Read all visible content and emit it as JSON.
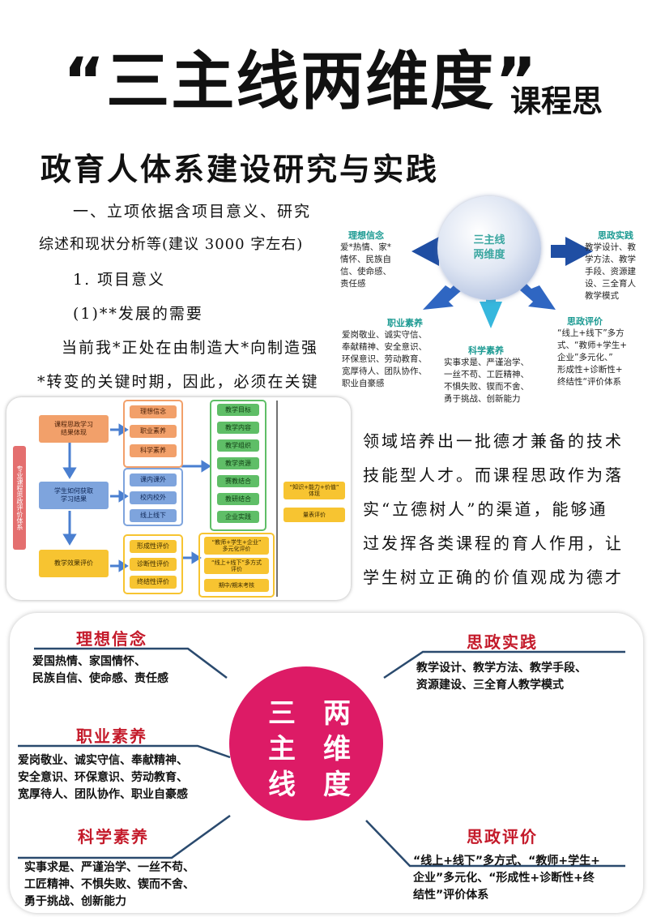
{
  "title": {
    "line1": "“三主线两维度”",
    "line1_suffix": "课程思",
    "line2": "政育人体系建设研究与实践"
  },
  "body": {
    "p1_a": "一、立项依据含项目意义、研究",
    "p1_b": "综述和现状分析等(建议 3000 字左右)",
    "p2": "1. 项目意义",
    "p3": "(1)**发展的需要",
    "p4_a": "当前我*正处在由制造大*向制造强",
    "p4_b": "*转变的关键时期，因此，必须在关键",
    "right_lines": [
      "领域培养出一批德才兼备的技术",
      "技能型人才。而课程思政作为落",
      "实“立德树人”的渠道，能够通",
      "过发挥各类课程的育人作用，让",
      "学生树立正确的价值观成为德才"
    ]
  },
  "top_diagram": {
    "center": "三主线\n两维度",
    "blocks": [
      {
        "head": "理想信念",
        "text": "爱*热情、家*\n情怀、民族自\n信、使命感、\n责任感"
      },
      {
        "head": "思政实践",
        "text": "教学设计、教\n学方法、教学\n手段、资源建\n设、三全育人\n教学模式"
      },
      {
        "head": "职业素养",
        "text": "爱岗敬业、诚实守信、\n奉献精神、安全意识、\n环保意识、劳动教育、\n宽厚待人、团队协作、\n职业自豪感"
      },
      {
        "head": "科学素养",
        "text": "实事求是、严谨治学、\n一丝不苟、工匠精神、\n不惧失败、锲而不舍、\n勇于挑战、创新能力"
      },
      {
        "head": "思政评价",
        "text": "“线上+线下”多方\n式、“教师+学生+\n企业”多元化、”\n形成性+诊断性+\n终结性“评价体系"
      }
    ]
  },
  "flowchart": {
    "side": "专业课程思政评价体系",
    "left": [
      "课程思政学习\n结果体现",
      "学生如何获取\n学习结果",
      "教学效果评价"
    ],
    "mid1": [
      "理想信念",
      "职业素养",
      "科学素养"
    ],
    "mid2": [
      "课内课外",
      "校内校外",
      "线上线下"
    ],
    "mid3": [
      "形成性评价",
      "诊断性评价",
      "终结性评价"
    ],
    "green": [
      "教学目标",
      "教学内容",
      "教学组织",
      "教学资源",
      "赛教结合",
      "教研结合",
      "企业实践"
    ],
    "yellow_right": [
      "“教师+学生+企业”\n多元化评价",
      "“线上+线下”多方式\n评价",
      "期中/期末考核"
    ],
    "far_right": [
      "“知识+能力+价值”\n体现",
      "量表评价"
    ]
  },
  "bottom_diagram": {
    "center_chars": [
      "三",
      "两",
      "主",
      "维",
      "线",
      "度"
    ],
    "sections": [
      {
        "head": "理想信念",
        "text": "爱国热情、家国情怀、\n民族自信、使命感、责任感"
      },
      {
        "head": "思政实践",
        "text": "教学设计、教学方法、教学手段、\n资源建设、三全育人教学模式"
      },
      {
        "head": "职业素养",
        "text": "爱岗敬业、诚实守信、奉献精神、\n安全意识、环保意识、劳动教育、\n宽厚待人、团队协作、职业自豪感"
      },
      {
        "head": "科学素养",
        "text": "实事求是、严谨治学、一丝不苟、\n工匠精神、不惧失败、锲而不舍、\n勇于挑战、创新能力"
      },
      {
        "head": "思政评价",
        "text": "“线上+线下”多方式、“教师+学生+\n企业”多元化、“形成性+诊断性+终\n结性”评价体系"
      }
    ]
  },
  "colors": {
    "accent_red": "#c41a2a",
    "center_pink": "#dd1b66",
    "arrow_blue": "#1f4ea3"
  }
}
